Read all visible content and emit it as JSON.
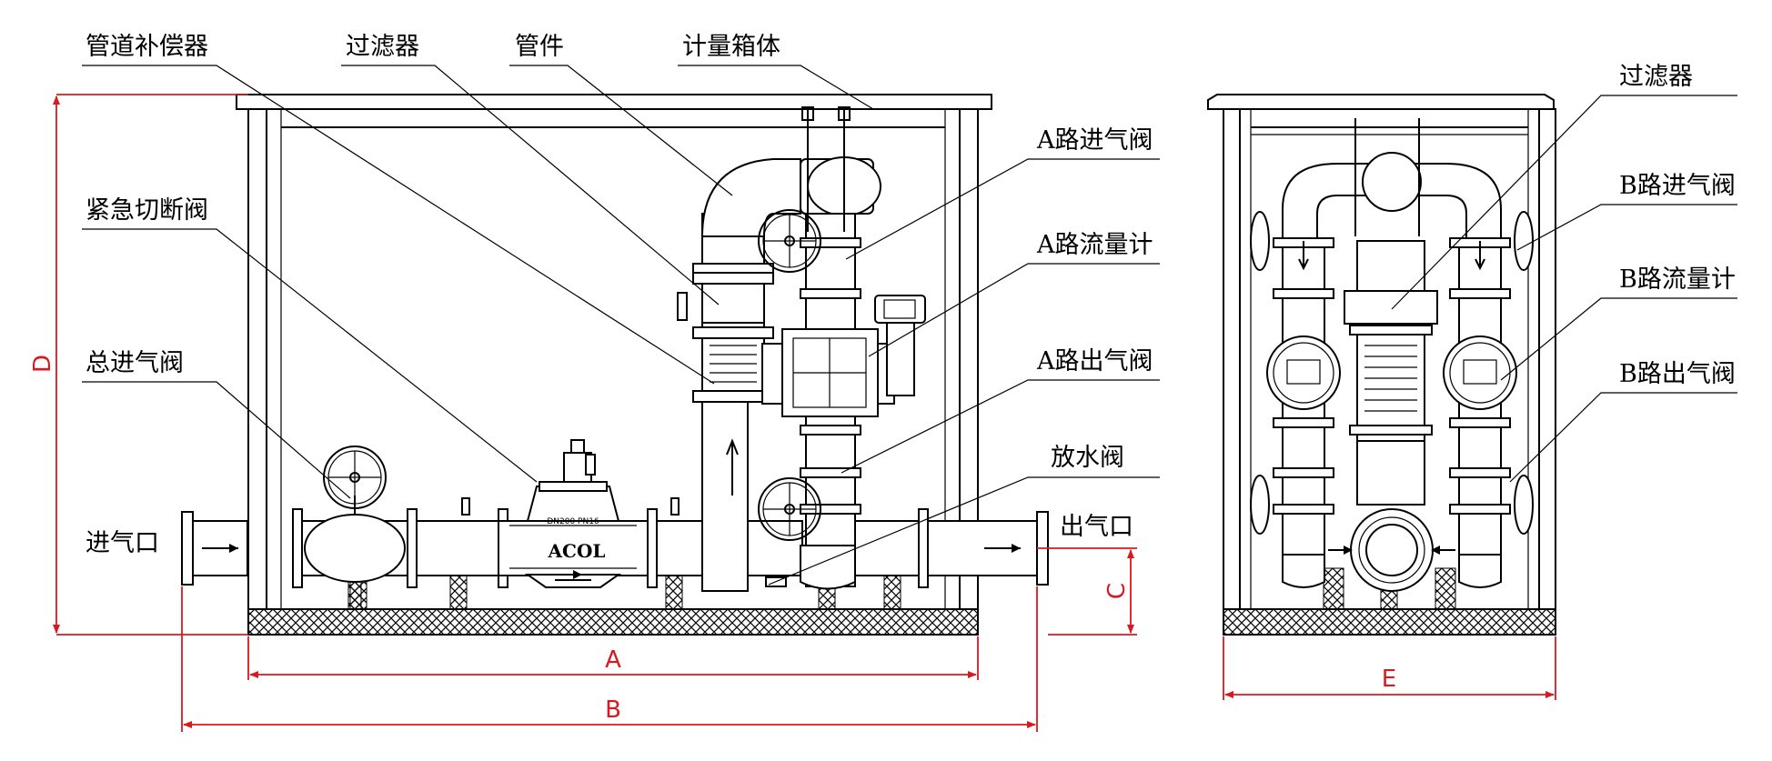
{
  "diagram": {
    "left_labels": {
      "compensator": "管道补偿器",
      "filter": "过滤器",
      "fitting": "管件",
      "box": "计量箱体",
      "emergency_valve": "紧急切断阀",
      "main_inlet_valve": "总进气阀",
      "inlet": "进气口",
      "a_inlet_valve": "A路进气阀",
      "a_flowmeter": "A路流量计",
      "a_outlet_valve": "A路出气阀",
      "drain_valve": "放水阀",
      "outlet": "出气口"
    },
    "right_labels": {
      "filter": "过滤器",
      "b_inlet_valve": "B路进气阀",
      "b_flowmeter": "B路流量计",
      "b_outlet_valve": "B路出气阀"
    },
    "dimensions": {
      "a": "A",
      "b": "B",
      "c": "C",
      "d": "D",
      "e": "E"
    },
    "valve_marking": "DN200 PN16",
    "brand": "ACOL",
    "colors": {
      "dimension": "#d9191f",
      "line": "#000000",
      "background": "#ffffff"
    }
  }
}
